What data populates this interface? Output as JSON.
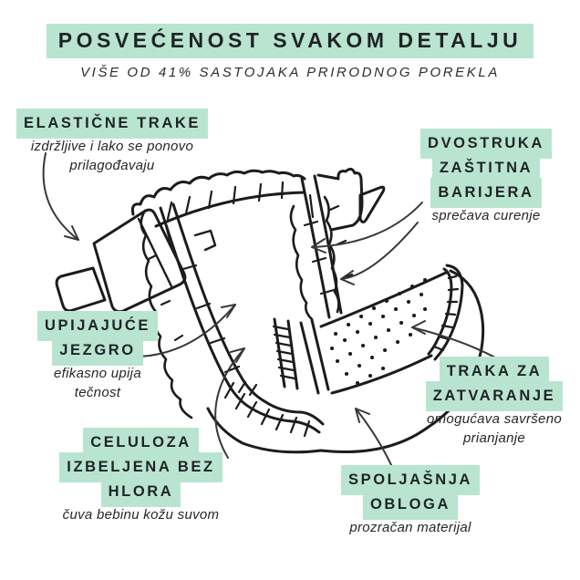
{
  "header": {
    "title": "POSVEĆENOST SVAKOM DETALJU",
    "subtitle": "VIŠE OD 41% SASTOJAKA PRIRODNOG POREKLA"
  },
  "labels": {
    "elastic_tapes": {
      "title_lines": [
        "ELASTIČNE TRAKE"
      ],
      "desc_lines": [
        "izdržljive i lako se ponovo",
        "prilagođavaju"
      ]
    },
    "double_barrier": {
      "title_lines": [
        "DVOSTRUKA",
        "ZAŠTITNA",
        "BARIJERA"
      ],
      "desc_lines": [
        "sprečava curenje"
      ]
    },
    "absorbent_core": {
      "title_lines": [
        "UPIJAJUĆE",
        "JEZGRO"
      ],
      "desc_lines": [
        "efikasno upija",
        "tečnost"
      ]
    },
    "cellulose": {
      "title_lines": [
        "CELULOZA",
        "IZBELJENA BEZ",
        "HLORA"
      ],
      "desc_lines": [
        "čuva bebinu kožu suvom"
      ]
    },
    "closing_tape": {
      "title_lines": [
        "TRAKA ZA",
        "ZATVARANJE"
      ],
      "desc_lines": [
        "omogućava savršeno",
        "prianjanje"
      ]
    },
    "outer_layer": {
      "title_lines": [
        "SPOLJAŠNJA",
        "OBLOGA"
      ],
      "desc_lines": [
        "prozračan materijal"
      ]
    }
  },
  "illustration": {
    "subject": "disposable baby diaper, hand-drawn outline style"
  },
  "colors": {
    "highlight": "#b9e5d0",
    "text": "#1f2326",
    "line": "#1c1c1c"
  }
}
